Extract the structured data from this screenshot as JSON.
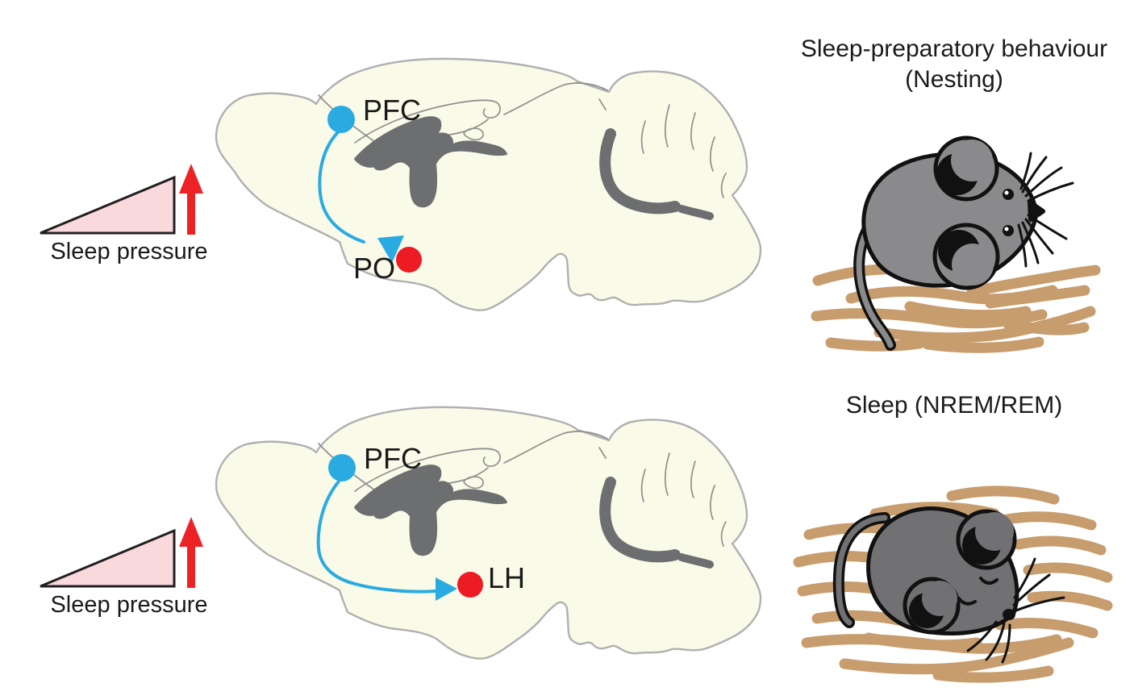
{
  "colors": {
    "projection-blue": "#29ABE2",
    "target-red": "#ED1C24",
    "arrow-red": "#EC2227",
    "triangle-pink": "#F9D9DC",
    "triangle-outline": "#231F20",
    "brain-fill": "#FAFAE8",
    "brain-outline": "#B0B0B0",
    "brain-structure-gray": "#6D6E70",
    "nest-tan": "#C79D6E",
    "mouse-gray": "#8A8A8C",
    "mouse-gray-dark": "#717174",
    "text-black": "#1A1A1A"
  },
  "panel_top": {
    "pressure_label": "Sleep pressure",
    "source_region": "PFC",
    "target_region": "PO",
    "title_line1": "Sleep-preparatory behaviour",
    "title_line2": "(Nesting)"
  },
  "panel_bottom": {
    "pressure_label": "Sleep pressure",
    "source_region": "PFC",
    "target_region": "LH",
    "title": "Sleep (NREM/REM)"
  }
}
